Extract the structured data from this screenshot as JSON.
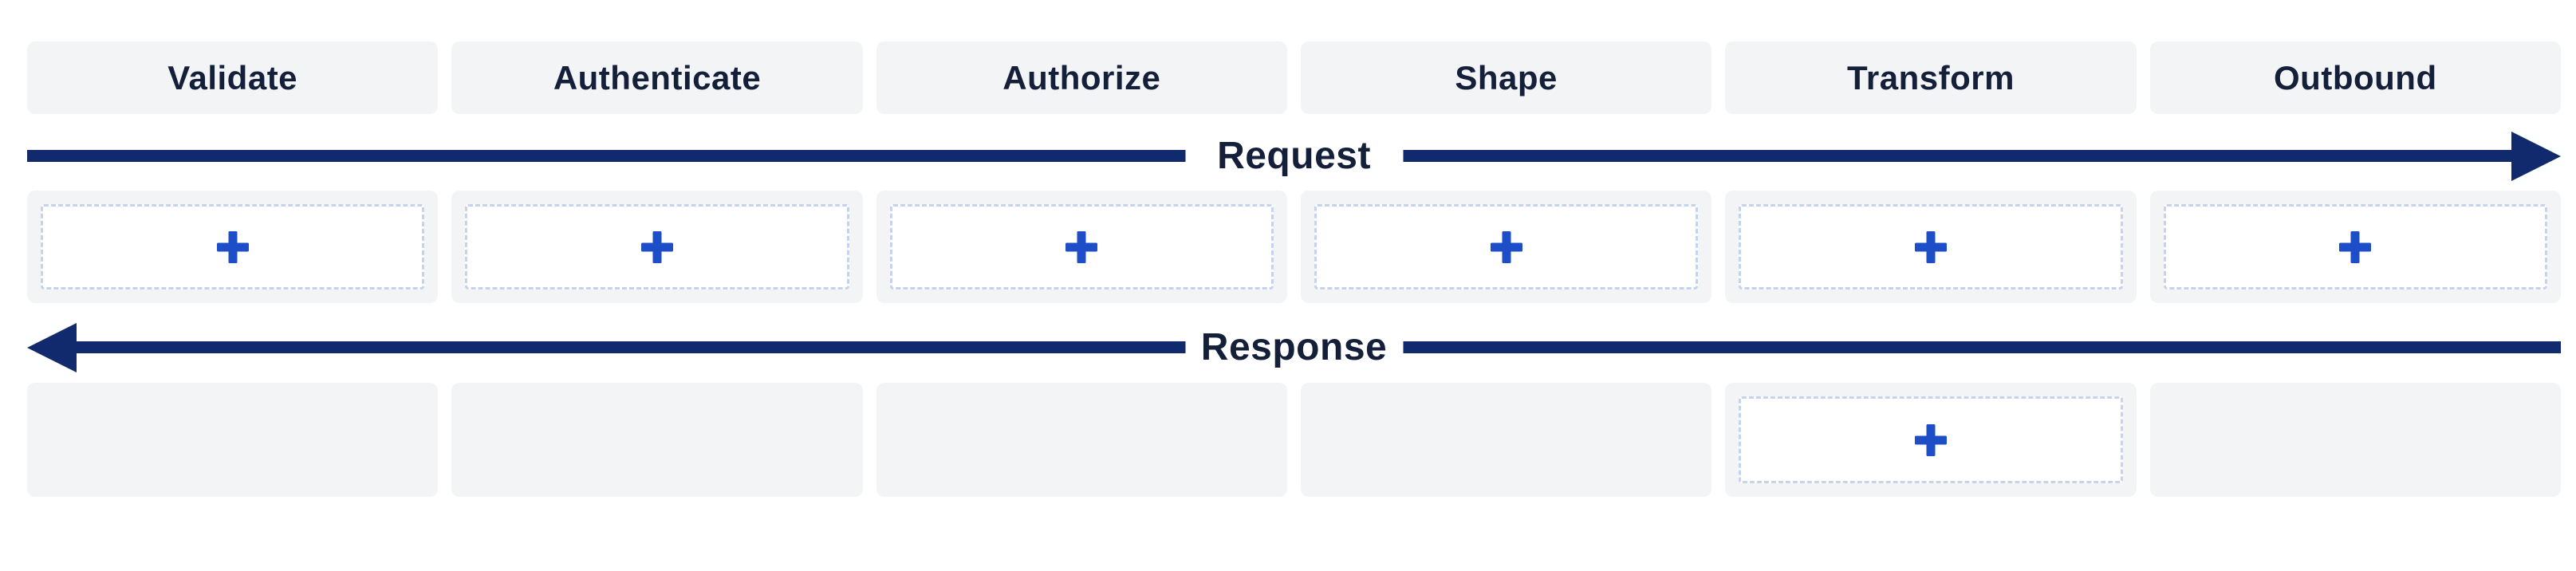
{
  "pipeline": {
    "stages": [
      "Validate",
      "Authenticate",
      "Authorize",
      "Shape",
      "Transform",
      "Outbound"
    ],
    "request": {
      "label": "Request",
      "direction": "right"
    },
    "response": {
      "label": "Response",
      "direction": "left"
    },
    "request_dropzones": [
      true,
      true,
      true,
      true,
      true,
      true
    ],
    "response_dropzones": [
      false,
      false,
      false,
      false,
      true,
      false
    ],
    "icons": {
      "add": "plus-icon"
    },
    "colors": {
      "navy": "#112a6e",
      "plus_blue": "#1d4ec8",
      "card_gray": "#f3f4f6",
      "dashed_border": "#c7d3ed",
      "text_navy": "#141f3a",
      "bg": "#ffffff"
    }
  }
}
